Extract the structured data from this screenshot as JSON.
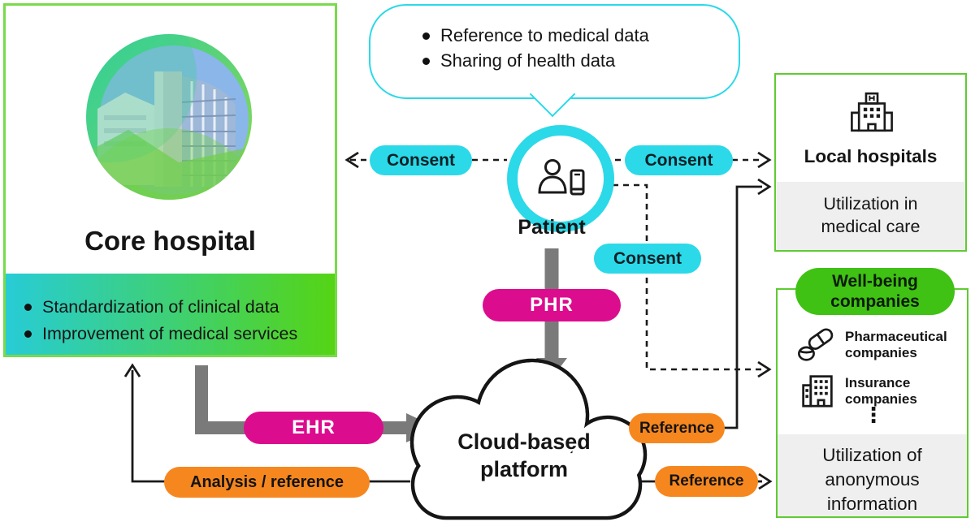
{
  "colors": {
    "cyan": "#2bd9e8",
    "magenta": "#dc0c8e",
    "orange": "#f6871f",
    "lime_border": "#79da4b",
    "green_box_border": "#5ecb33",
    "badge_green": "#3fc214",
    "strip_gradient_left": "#27ccd6",
    "strip_gradient_right": "#55d414",
    "gray_strip": "#efefef",
    "gray_arrow": "#7a7a7a"
  },
  "bubble": {
    "bullets": [
      "Reference to medical data",
      "Sharing of health data"
    ]
  },
  "patient": {
    "label": "Patient"
  },
  "consent": {
    "left": "Consent",
    "right": "Consent",
    "mid": "Consent"
  },
  "core_hospital": {
    "title": "Core hospital",
    "bullets": [
      "Standardization of clinical data",
      "Improvement of medical services"
    ]
  },
  "flows": {
    "phr": "PHR",
    "ehr": "EHR",
    "analysis": "Analysis / reference",
    "reference_top": "Reference",
    "reference_bottom": "Reference"
  },
  "cloud": {
    "label": "Cloud-based\nplatform"
  },
  "local_hospitals": {
    "title": "Local hospitals",
    "note": "Utilization in\nmedical care"
  },
  "wellbeing": {
    "badge": "Well-being\ncompanies",
    "items": [
      {
        "label": "Pharmaceutical\ncompanies"
      },
      {
        "label": "Insurance\ncompanies"
      }
    ],
    "ellipsis": "⋮",
    "note": "Utilization of\nanonymous\ninformation"
  }
}
